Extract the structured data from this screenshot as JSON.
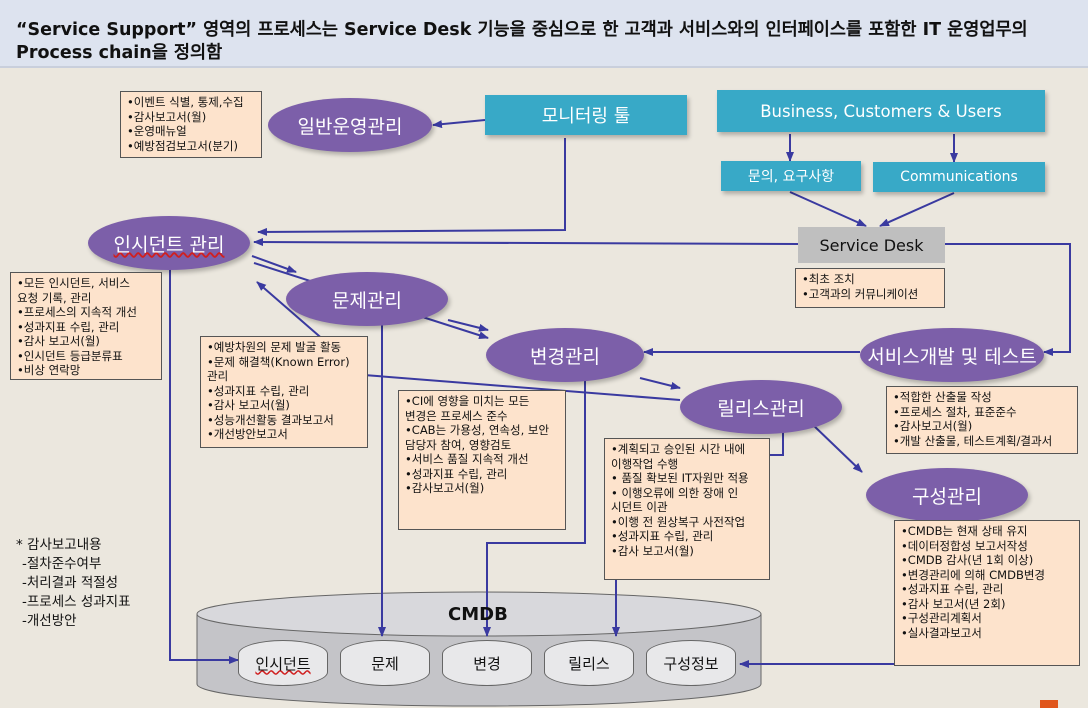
{
  "header": {
    "line1": "“Service Support” 영역의 프로세스는 Service Desk 기능을 중심으로 한 고객과 서비스와의 인터페이스를 포함한 IT 운영업무의",
    "line2": "Process chain을 정의함"
  },
  "nodes": {
    "general_ops": "일반운영관리",
    "monitoring": "모니터링 툴",
    "business": "Business, Customers & Users",
    "inquiry": "문의, 요구사항",
    "communications": "Communications",
    "service_desk": "Service Desk",
    "incident": "인시던트 관리",
    "problem": "문제관리",
    "change": "변경관리",
    "service_dev": "서비스개발 및 테스트",
    "release": "릴리스관리",
    "config": "구성관리"
  },
  "notes": {
    "general_ops": [
      "•이벤트 식별, 통제,수집",
      "•감사보고서(월)",
      "•운영매뉴얼",
      "•예방점검보고서(분기)"
    ],
    "service_desk": [
      "•최초 조치",
      "•고객과의 커뮤니케이션"
    ],
    "incident": [
      "•모든 인시던트, 서비스",
      "  요청 기록, 관리",
      "•프로세스의 지속적 개선",
      "•성과지표 수립, 관리",
      "•감사 보고서(월)",
      "•인시던트 등급분류표",
      "•비상 연락망"
    ],
    "problem": [
      "•예방차원의 문제 발굴 활동",
      "•문제 해결책(Known Error)",
      "  관리",
      "•성과지표 수립, 관리",
      "•감사 보고서(월)",
      "•성능개선활동 결과보고서",
      "•개선방안보고서"
    ],
    "change": [
      "•CI에 영향을 미치는 모든",
      "  변경은 프로세스 준수",
      "•CAB는 가용성, 연속성, 보안",
      "  담당자 참여, 영향검토",
      "•서비스 품질 지속적 개선",
      "•성과지표 수립, 관리",
      "•감사보고서(월)"
    ],
    "service_dev": [
      "•적합한 산출물 작성",
      "•프로세스 절차, 표준준수",
      "•감사보고서(월)",
      "•개발 산출물, 테스트계획/결과서"
    ],
    "release": [
      "•계획되고 승인된 시간 내에",
      "  이행작업 수행",
      "• 품질 확보된 IT자원만 적용",
      "• 이행오류에 의한 장애  인",
      "  시던트 이관",
      "•이행 전 원상복구 사전작업",
      "•성과지표 수립, 관리",
      "•감사 보고서(월)"
    ],
    "config": [
      "•CMDB는 현재 상태 유지",
      "•데이터정합성 보고서작성",
      "•CMDB 감사(년 1회 이상)",
      "•변경관리에 의해 CMDB변경",
      "•성과지표 수립, 관리",
      "•감사 보고서(년 2회)",
      "•구성관리계획서",
      "•실사결과보고서"
    ]
  },
  "audit": {
    "title": "* 감사보고내용",
    "items": [
      "-절차준수여부",
      "-처리결과 적절성",
      "-프로세스 성과지표",
      "-개선방안"
    ]
  },
  "cmdb": {
    "title": "CMDB",
    "items": [
      "인시던트",
      "문제",
      "변경",
      "릴리스",
      "구성정보"
    ]
  },
  "colors": {
    "process": "#7c5fa9",
    "source": "#38a9c7",
    "note_fill": "#fde3cc",
    "desk": "#bfbfbf",
    "arrow": "#3a3aa0"
  }
}
